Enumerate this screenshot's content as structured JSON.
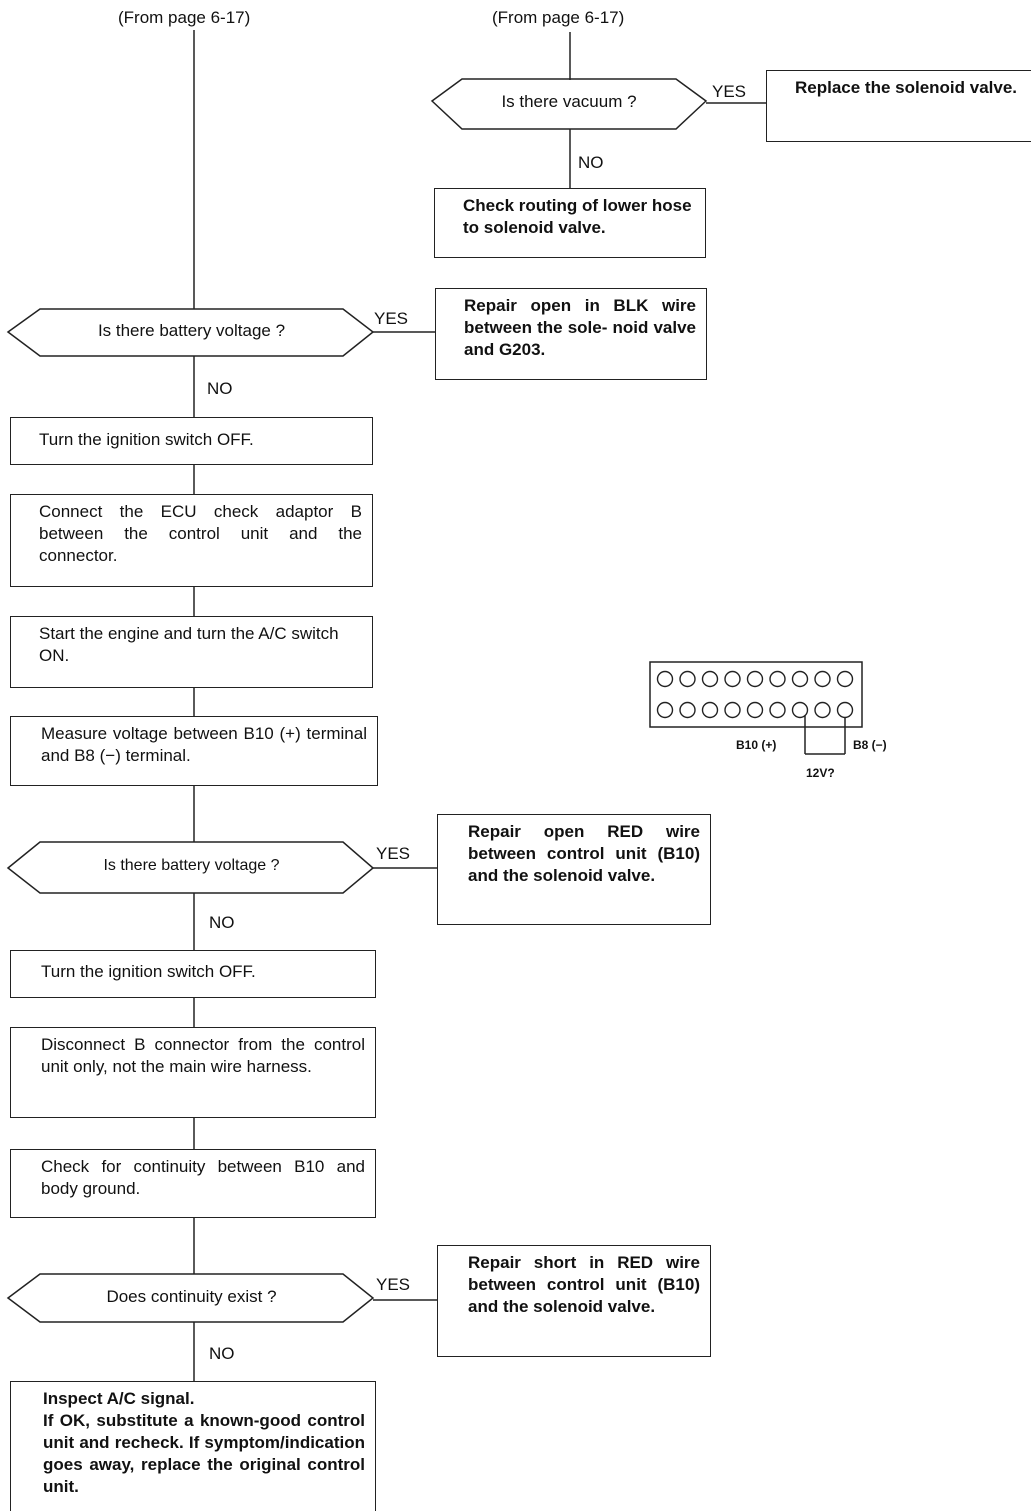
{
  "header": {
    "left_from": "(From page 6-17)",
    "right_from": "(From page 6-17)"
  },
  "decisions": {
    "vacuum": "Is there vacuum ?",
    "battery1": "Is there battery voltage ?",
    "battery2": "Is there battery voltage ?",
    "continuity": "Does continuity exist ?"
  },
  "labels": {
    "yes": "YES",
    "no": "NO"
  },
  "steps": {
    "replace_solenoid": "Replace the solenoid valve.",
    "check_routing": "Check routing of lower hose to solenoid valve.",
    "repair_blk": "Repair open in BLK wire between the sole- noid valve and G203.",
    "ign_off_1": "Turn the ignition switch OFF.",
    "connect_ecu": "Connect the ECU check adaptor B between the control unit and the connector.",
    "start_engine": "Start the engine and turn the A/C switch ON.",
    "measure_voltage": "Measure voltage between B10 (+) terminal and B8 (−) terminal.",
    "repair_red_open": "Repair open RED wire between control unit (B10) and the solenoid valve.",
    "ign_off_2": "Turn the ignition switch OFF.",
    "disconnect_b": "Disconnect B connector from the control unit only, not the main wire harness.",
    "check_continuity": "Check for continuity between B10 and body ground.",
    "repair_red_short": "Repair short in RED wire between control unit (B10) and the solenoid valve.",
    "final_title": "Inspect A/C signal.",
    "final_body": "If OK, substitute a known-good control unit and recheck. If symptom/indication goes away, replace the original control unit."
  },
  "connector": {
    "b10": "B10 (+)",
    "b8": "B8 (−)",
    "voltage": "12V?"
  }
}
